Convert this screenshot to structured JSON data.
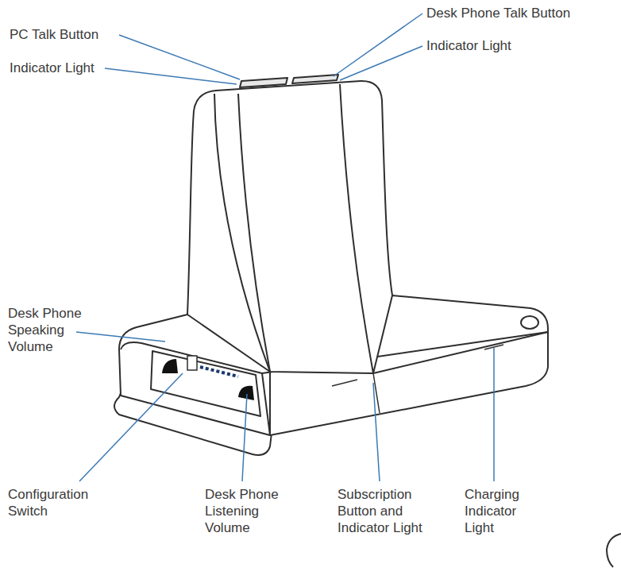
{
  "diagram": {
    "labels": [
      "PC Talk Button",
      "Indicator Light",
      "Desk Phone Talk Button",
      "Indicator Light",
      "Desk Phone Speaking Volume",
      "Configuration Switch",
      "Desk Phone Listening Volume",
      "Subscription Button and Indicator Light",
      "Charging Indicator Light"
    ]
  }
}
